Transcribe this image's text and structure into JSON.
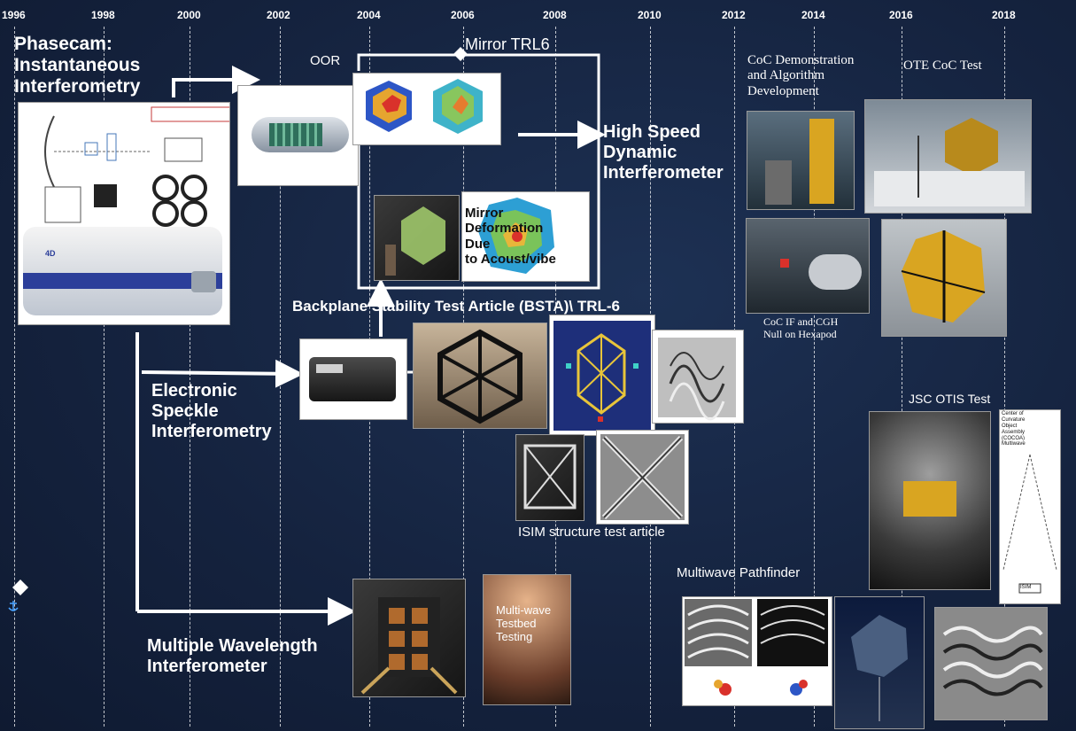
{
  "years": [
    "1996",
    "1998",
    "2000",
    "2002",
    "2004",
    "2006",
    "2008",
    "2010",
    "2012",
    "2014",
    "2016",
    "2018"
  ],
  "labels": {
    "phasecam": "Phasecam:\nInstantaneous\nInterferometry",
    "mirror_trl6": "Mirror TRL6",
    "oor": "OOR",
    "high_speed": "High Speed\nDynamic\nInterferometer",
    "mirror_deformation": "Mirror\nDeformation\nDue\nto Acoust/vibe",
    "bsta": "Backplane Stability Test Article (BSTA)\\ TRL-6",
    "espi": "Electronic\nSpeckle\nInterferometry",
    "isim": "ISIM structure test article",
    "mwi": "Multiple Wavelength\nInterferometer",
    "multiwave_testbed": "Multi-wave\nTestbed\nTesting",
    "multiwave_pathfinder": "Multiwave Pathfinder",
    "coc_demo": "CoC Demonstration\nand Algorithm\nDevelopment",
    "ote_coc": "OTE CoC Test",
    "coc_if": "CoC IF and CGH\nNull on Hexapod",
    "jsc_otis": "JSC OTIS Test",
    "cocoa": "Center of\nCurvature\nObject\nAssembly\n(COCOA)\nMultiwave",
    "isim_tag": "ISIM",
    "brand_4d": "4D"
  },
  "colors": {
    "background": "#15233f",
    "label": "#ffffff",
    "gold": "#d9a521",
    "map_blue": "#2d56c6",
    "map_red": "#d9312b"
  },
  "icons": [
    "diamond-icon",
    "anchor-icon",
    "arrow-icon"
  ]
}
